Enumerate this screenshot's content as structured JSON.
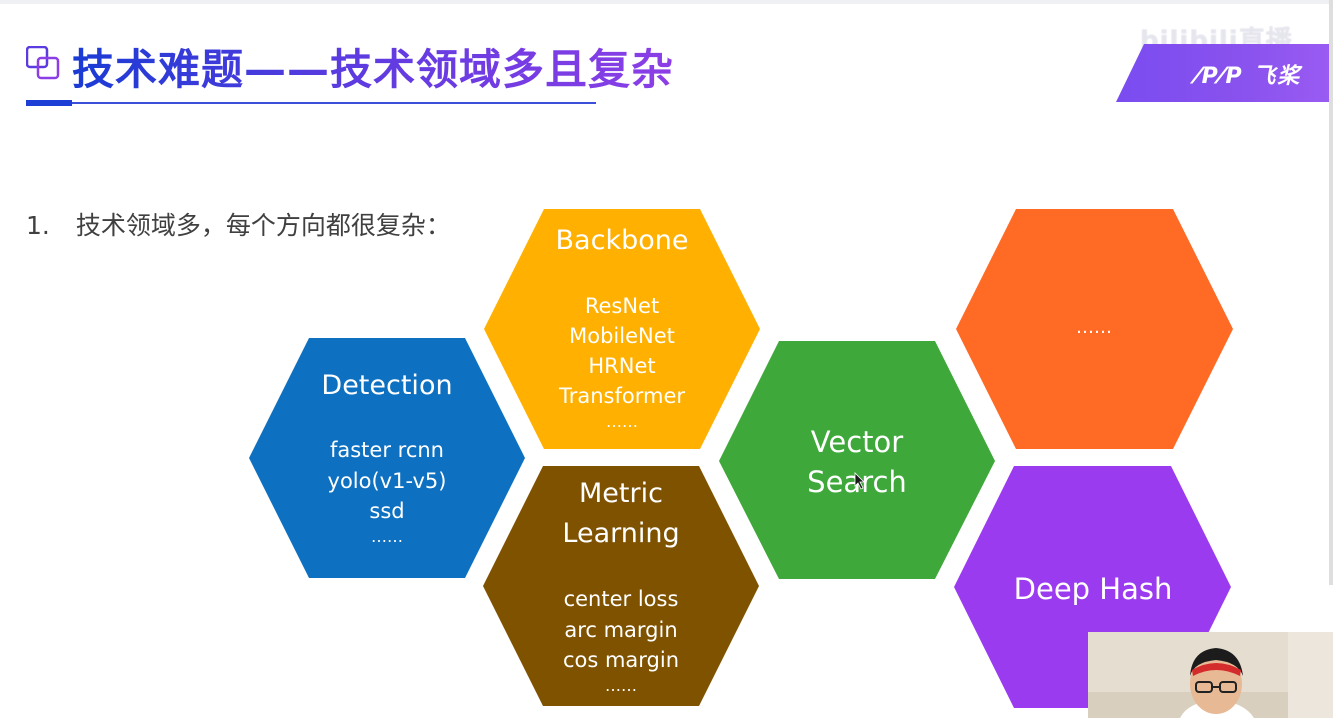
{
  "slide": {
    "title": "技术难题——技术领域多且复杂",
    "brand": "飞桨",
    "watermark": "bilibili直播",
    "bullet_number": "1.",
    "bullet_text": "技术领域多，每个方向都很复杂："
  },
  "hexagons": {
    "backbone": {
      "title": "Backbone",
      "items": [
        "ResNet",
        "MobileNet",
        "HRNet",
        "Transformer",
        "……"
      ],
      "color": "#FFB000"
    },
    "detection": {
      "title": "Detection",
      "items": [
        "faster rcnn",
        "yolo(v1-v5)",
        "ssd",
        "……"
      ],
      "color": "#0E70C0"
    },
    "metric": {
      "title_line1": "Metric",
      "title_line2": "Learning",
      "items": [
        "center loss",
        "arc margin",
        "cos margin",
        "……"
      ],
      "color": "#7F5200"
    },
    "vector": {
      "title_line1": "Vector",
      "title_line2": "Search",
      "color": "#3EA83A"
    },
    "more": {
      "title": "……",
      "color": "#FF6A25"
    },
    "deephash": {
      "title": "Deep Hash",
      "color": "#9B3BF0"
    }
  },
  "colors": {
    "title_gradient_start": "#1a3bd4",
    "title_gradient_end": "#8c3ee6",
    "brand_banner": "#8a52ee"
  }
}
